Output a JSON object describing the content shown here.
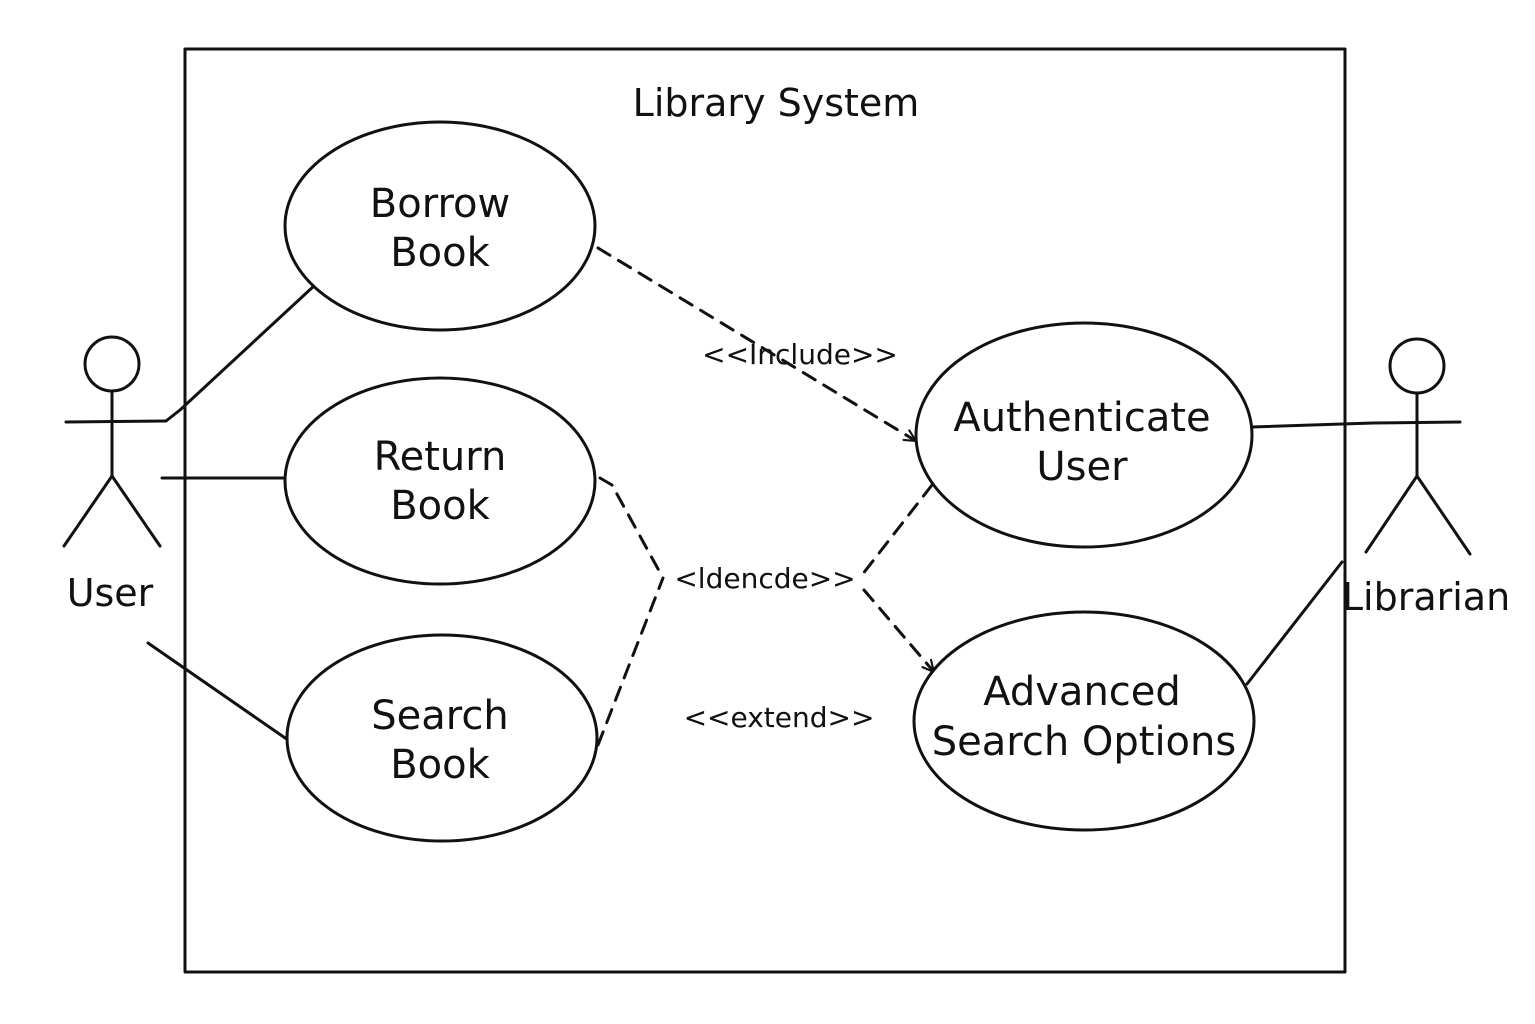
{
  "system": {
    "title": "Library System"
  },
  "actors": {
    "user": {
      "label": "User"
    },
    "librarian": {
      "label": "Librarian"
    }
  },
  "use_cases": {
    "borrow_book": {
      "line1": "Borrow",
      "line2": "Book"
    },
    "return_book": {
      "line1": "Return",
      "line2": "Book"
    },
    "search_book": {
      "line1": "Search",
      "line2": "Book"
    },
    "authenticate_user": {
      "line1": "Authenticate",
      "line2": "User"
    },
    "advanced_search": {
      "line1": "Advanced",
      "line2": "Search Options"
    }
  },
  "relationships": {
    "include_label": "<<Include>>",
    "idencde_label": "<ldencde>>",
    "extend_label": "<<extend>>"
  },
  "colors": {
    "stroke": "#111111",
    "background": "#ffffff"
  }
}
